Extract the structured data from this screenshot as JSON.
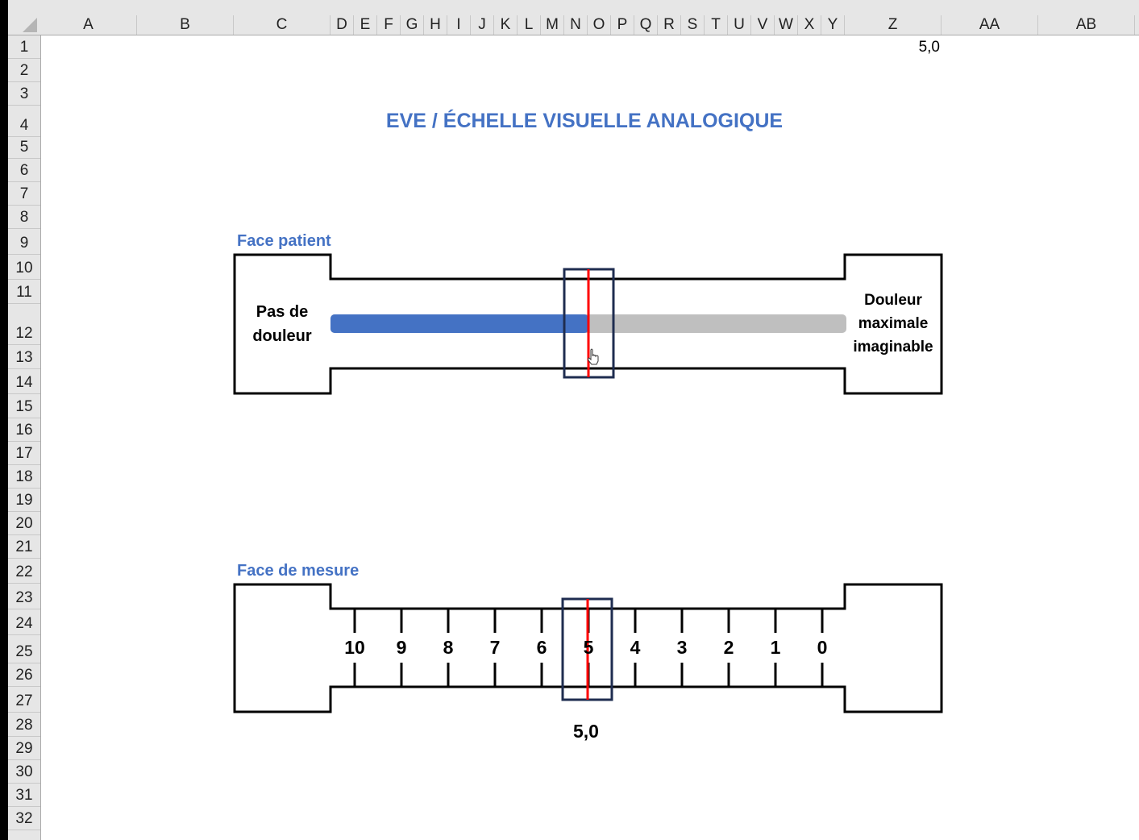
{
  "sheet": {
    "columns": [
      "A",
      "B",
      "C",
      "D",
      "E",
      "F",
      "G",
      "H",
      "I",
      "J",
      "K",
      "L",
      "M",
      "N",
      "O",
      "P",
      "Q",
      "R",
      "S",
      "T",
      "U",
      "V",
      "W",
      "X",
      "Y",
      "Z",
      "AA",
      "AB"
    ],
    "rows": [
      "1",
      "2",
      "3",
      "4",
      "5",
      "6",
      "7",
      "8",
      "9",
      "10",
      "11",
      "12",
      "13",
      "14",
      "15",
      "16",
      "17",
      "18",
      "19",
      "20",
      "21",
      "22",
      "23",
      "24",
      "25",
      "26",
      "27",
      "28",
      "29",
      "30",
      "31",
      "32"
    ],
    "cell_z1": "5,0"
  },
  "title": "EVE / ÉCHELLE VISUELLE ANALOGIQUE",
  "patient_face": {
    "label": "Face patient",
    "left_label": "Pas de douleur",
    "right_label": "Douleur maximale imaginable",
    "value": 5.0,
    "max": 10,
    "colors": {
      "fill": "#4472c4",
      "track": "#bfbfbf",
      "cursor": "#ff0000",
      "frame": "#1f2d50"
    }
  },
  "measure_face": {
    "label": "Face de mesure",
    "ticks": [
      "10",
      "9",
      "8",
      "7",
      "6",
      "5",
      "4",
      "3",
      "2",
      "1",
      "0"
    ],
    "value_label": "5,0"
  }
}
